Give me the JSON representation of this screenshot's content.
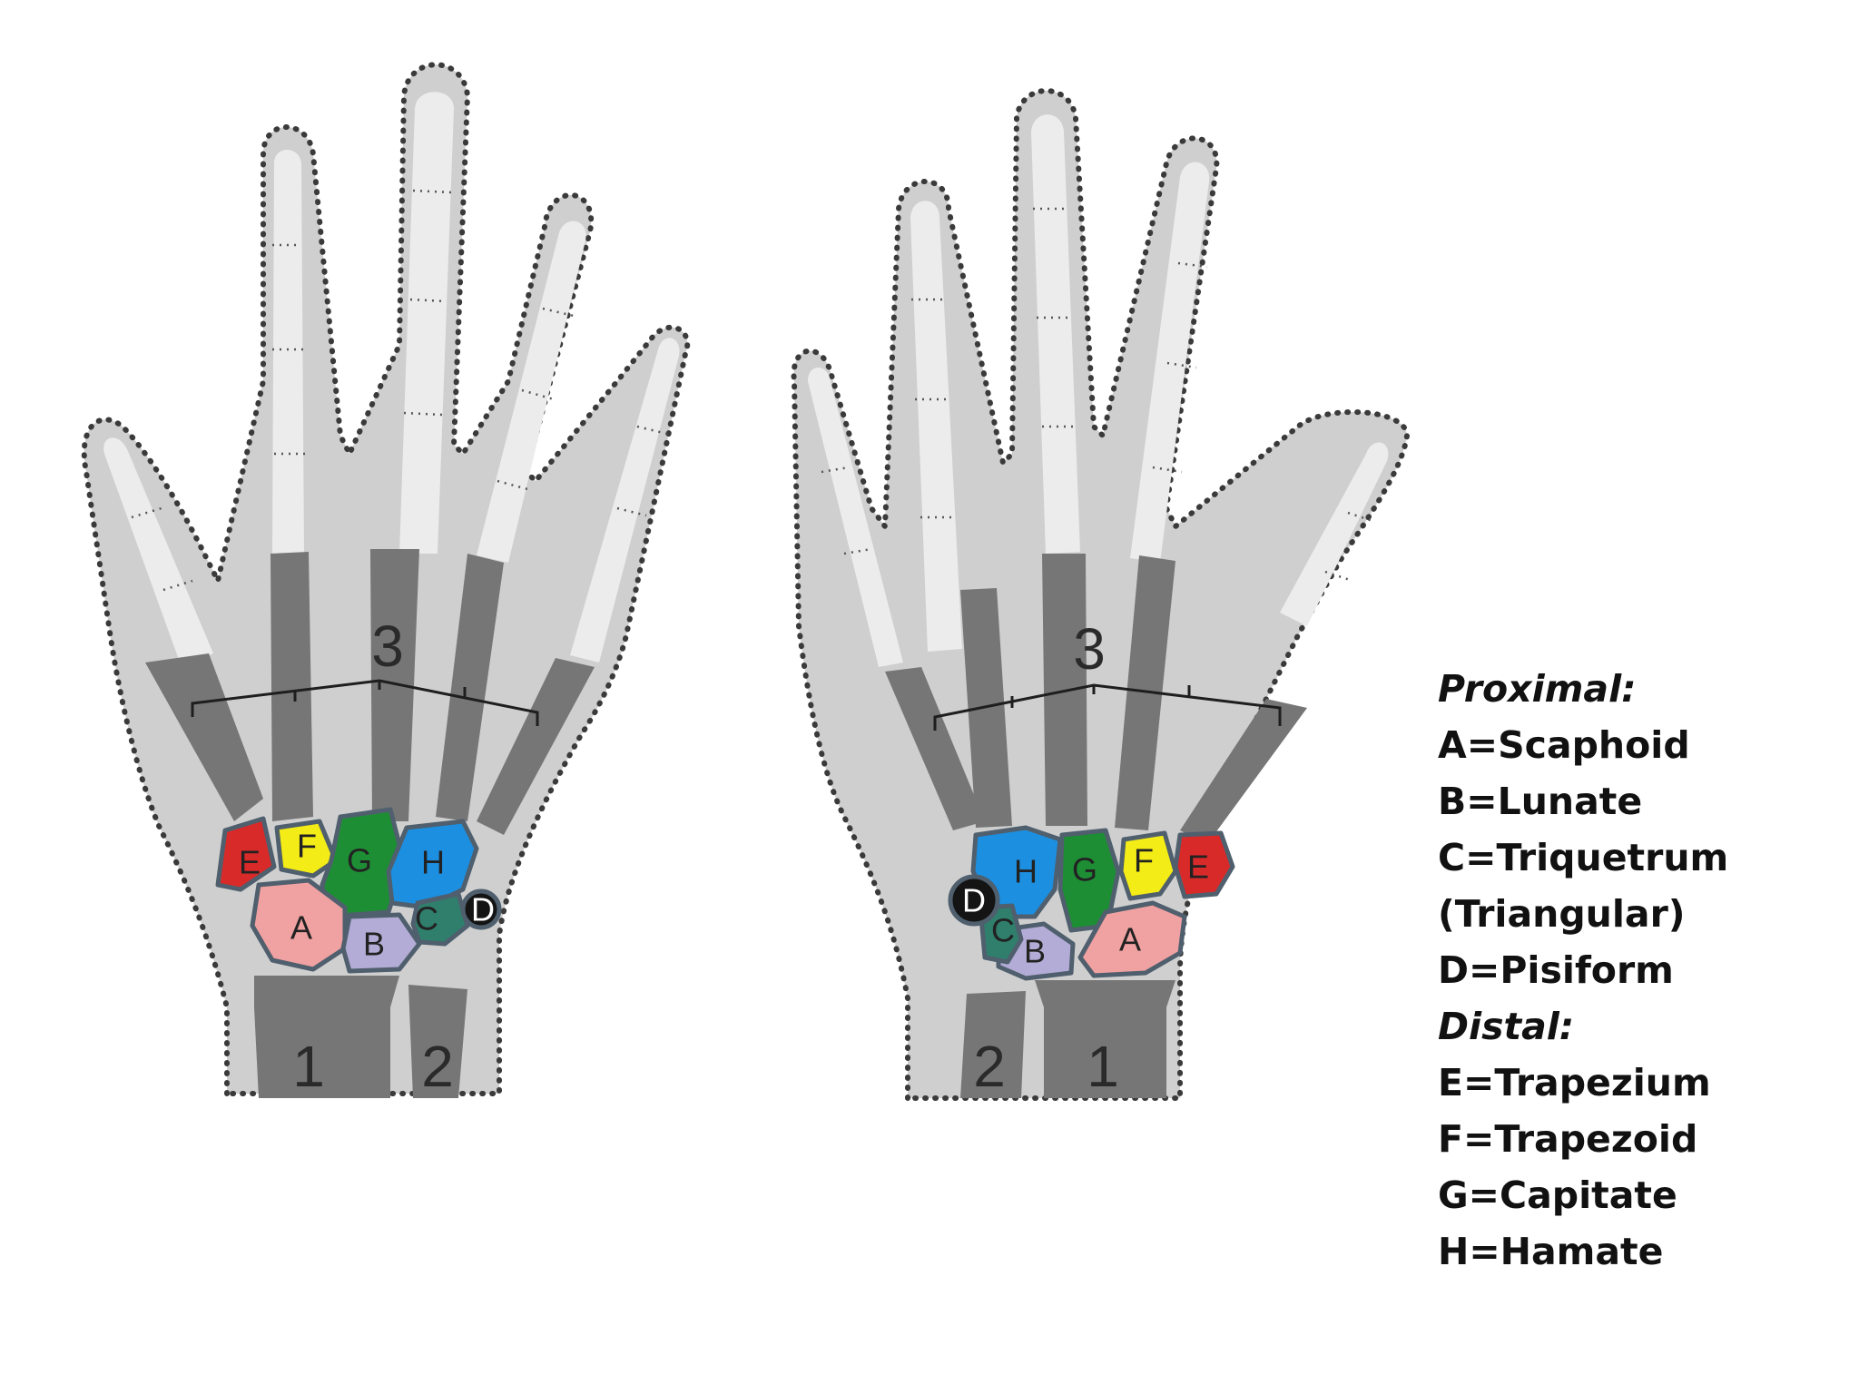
{
  "hands": [
    {
      "id": "left",
      "labels": {
        "A": "A",
        "B": "B",
        "C": "C",
        "D": "D",
        "E": "E",
        "F": "F",
        "G": "G",
        "H": "H",
        "radius": "1",
        "ulna": "2",
        "metacarpals": "3"
      }
    },
    {
      "id": "right",
      "labels": {
        "A": "A",
        "B": "B",
        "C": "C",
        "D": "D",
        "E": "E",
        "F": "F",
        "G": "G",
        "H": "H",
        "radius": "1",
        "ulna": "2",
        "metacarpals": "3"
      }
    }
  ],
  "colors": {
    "A": "#f0a1a1",
    "B": "#b3acd6",
    "C": "#2f7f6c",
    "D": "#141414",
    "E": "#d92a2a",
    "F": "#f4ec16",
    "G": "#1e8e35",
    "H": "#1c8fe0"
  },
  "legend": {
    "proximal_heading": "Proximal:",
    "proximal": [
      "A=Scaphoid",
      "B=Lunate",
      "C=Triquetrum",
      "(Triangular)",
      "D=Pisiform"
    ],
    "distal_heading": "Distal:",
    "distal": [
      "E=Trapezium",
      "F=Trapezoid",
      "G=Capitate",
      "H=Hamate"
    ]
  }
}
